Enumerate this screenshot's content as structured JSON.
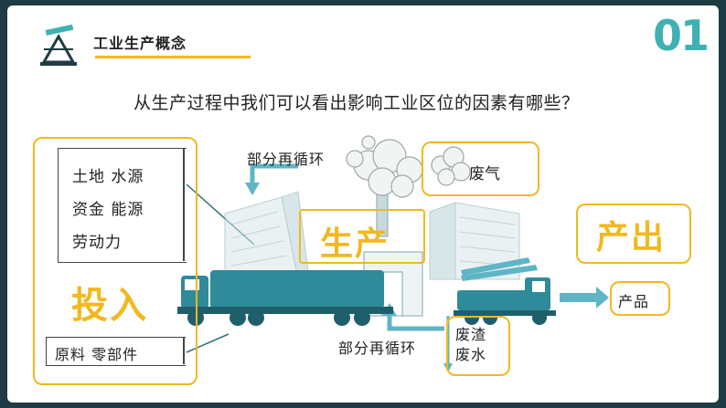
{
  "header": {
    "title": "工业生产概念",
    "section_number": "01",
    "icon": "oil-pump-icon"
  },
  "question": "从生产过程中我们可以看出影响工业区位的因素有哪些？",
  "input": {
    "factors": [
      "土地 水源",
      "资金 能源",
      "劳动力"
    ],
    "label": "投入",
    "materials": "原料 零部件"
  },
  "process": {
    "recycle_top": "部分再循环",
    "recycle_bottom": "部分再循环",
    "production": "生产",
    "waste_gas": "废气",
    "waste_solid_water": [
      "废渣",
      "废水"
    ]
  },
  "output": {
    "label": "产出",
    "product": "产品"
  },
  "colors": {
    "accent_yellow": "#f3b81e",
    "teal": "#2f8a99",
    "dark_teal": "#1f5f6b",
    "number_teal": "#3fb1b3"
  }
}
